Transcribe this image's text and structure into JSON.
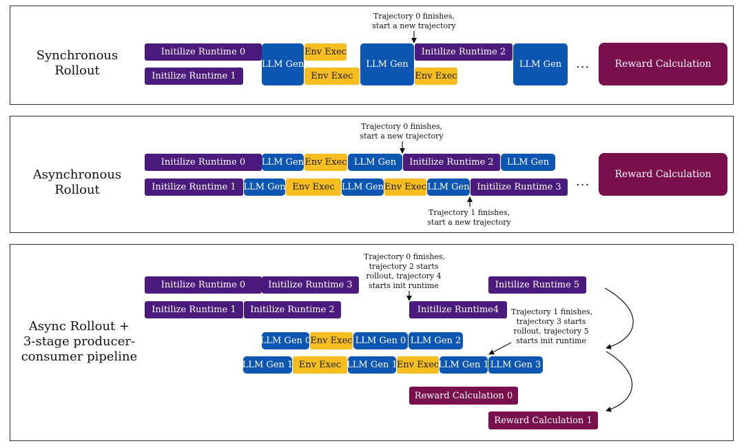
{
  "panels": {
    "sync": {
      "title": "Synchronous Rollout",
      "note": [
        "Trajectory 0 finishes,",
        "start a new trajectory"
      ],
      "dots": "...",
      "blocks": {
        "init0": "Initilize Runtime 0",
        "init1": "Initilize Runtime 1",
        "llm1": "LLM Gen",
        "env1": "Env Exec",
        "env2": "Env Exec",
        "llm2": "LLM Gen",
        "init2": "Initilize Runtime 2",
        "env3": "Env Exec",
        "llm3": "LLM Gen",
        "reward": "Reward Calculation"
      }
    },
    "async": {
      "title": "Asynchronous Rollout",
      "note_top": [
        "Trajectory 0 finishes,",
        "start a new trajectory"
      ],
      "note_bottom": [
        "Trajectory 1 finishes,",
        "start a new trajectory"
      ],
      "dots": "...",
      "row1": {
        "init0": "Initilize Runtime 0",
        "llm1": "LLM Gen",
        "env1": "Env Exec",
        "llm2": "LLM Gen",
        "init2": "Initilize Runtime 2",
        "llm3": "LLM Gen"
      },
      "row2": {
        "init1": "Initilize Runtime 1",
        "llm1": "LLM Gen",
        "env1": "Env Exec",
        "llm2": "LLM Gen",
        "env2": "Env Exec",
        "llm3": "LLM Gen",
        "init3": "Initilize Runtime 3"
      },
      "reward": "Reward Calculation"
    },
    "pipeline": {
      "title": [
        "Async  Rollout +",
        "3-stage producer-",
        "consumer pipeline"
      ],
      "note_top": [
        "Trajectory 0 finishes,",
        "trajectory 2 starts",
        "rollout, trajectory 4",
        "starts init runtime"
      ],
      "note_right": [
        "Trajectory 1 finishes,",
        "trajectory 3 starts",
        "rollout, trajectory 5",
        "starts init runtime"
      ],
      "init_row1": {
        "init0": "Initilize Runtime 0",
        "init3": "Initilize Runtime 3",
        "init5": "Initilize Runtime 5"
      },
      "init_row2": {
        "init1": "Initilize Runtime 1",
        "init2": "Initilize Runtime 2",
        "init4": "Initilize Runtime4"
      },
      "gen_row1": {
        "llm0a": "LLM Gen 0",
        "env": "Env Exec",
        "llm0b": "LLM Gen 0",
        "llm2": "LLM Gen 2"
      },
      "gen_row2": {
        "llm1a": "LLM Gen 1",
        "env1": "Env Exec",
        "llm1b": "LLM Gen 1",
        "env2": "Env Exec",
        "llm1c": "LLM Gen 1",
        "llm3": "LLM Gen 3"
      },
      "reward0": "Reward Calculation 0",
      "reward1": "Reward Calculation 1"
    }
  },
  "colors": {
    "init_runtime": "#4b1a7d",
    "llm_gen": "#0d57b3",
    "env_exec": "#f5bd1f",
    "reward": "#7a0f4d"
  }
}
